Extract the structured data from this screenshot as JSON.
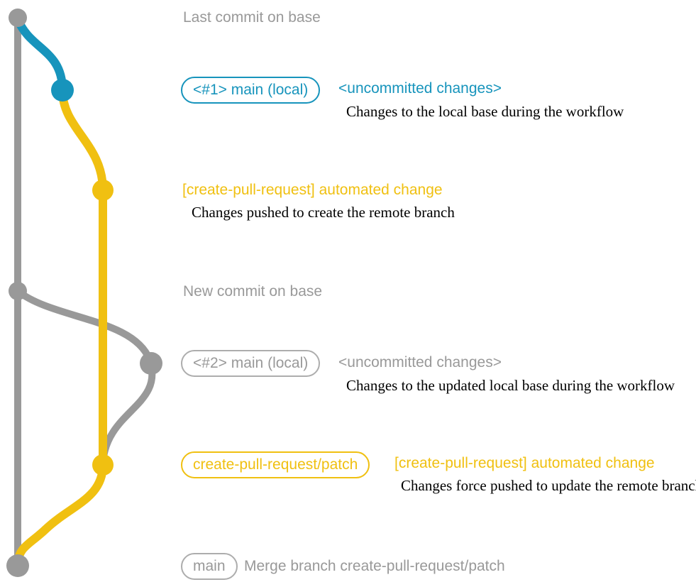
{
  "colors": {
    "gray": "#999999",
    "blue": "#1794BC",
    "yellow": "#F0C011",
    "description_text": "#000000",
    "gray_pill_border": "#ADADAD"
  },
  "annotations": {
    "last_commit_label": "Last commit on base",
    "branch1": {
      "pill": "<#1> main (local)",
      "status": "<uncommitted changes>",
      "description": "Changes to the local base during the workflow"
    },
    "commit1": {
      "title": "[create-pull-request] automated change",
      "description": "Changes pushed to create the remote branch"
    },
    "new_commit_label": "New commit on base",
    "branch2": {
      "pill": "<#2> main (local)",
      "status": "<uncommitted changes>",
      "description": "Changes to the updated local base during the workflow"
    },
    "commit2": {
      "pill": "create-pull-request/patch",
      "title": "[create-pull-request] automated change",
      "description": "Changes force pushed to update the remote branch"
    },
    "merge": {
      "pill": "main",
      "message": "Merge branch create-pull-request/patch"
    }
  }
}
